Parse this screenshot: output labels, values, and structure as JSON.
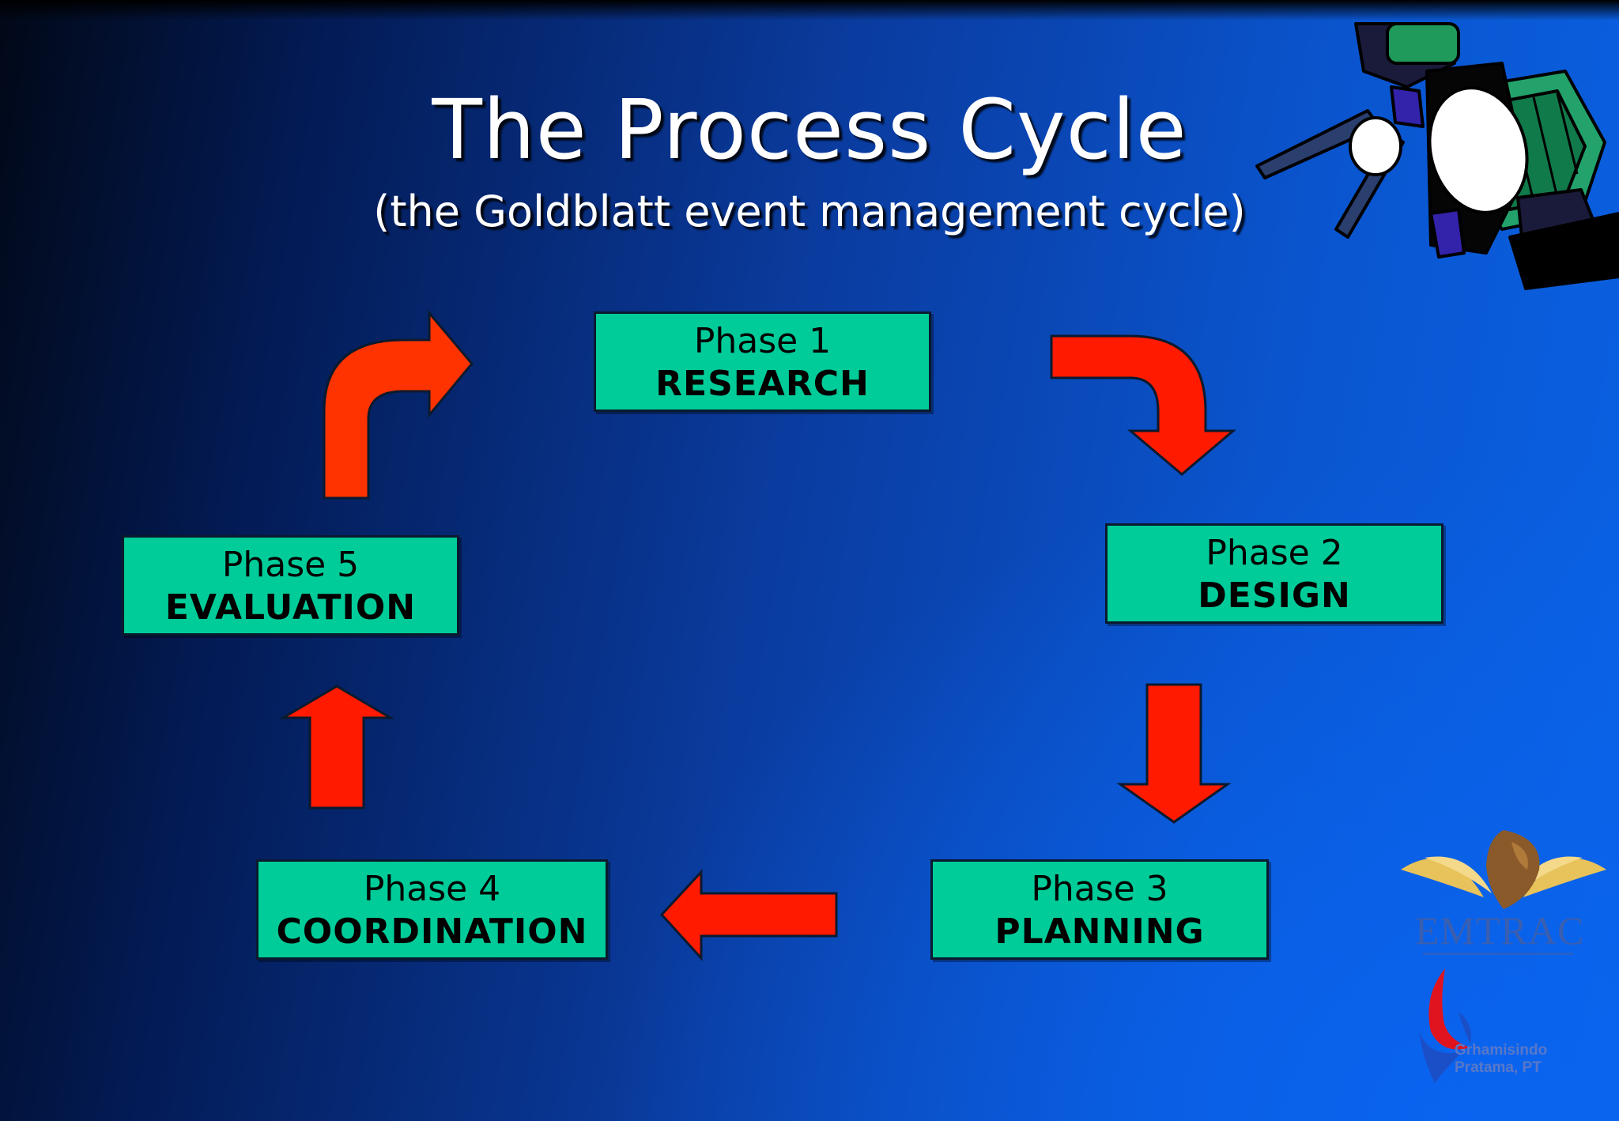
{
  "slide": {
    "title": "The Process Cycle",
    "subtitle": "(the Goldblatt event management cycle)"
  },
  "phases": [
    {
      "number_label": "Phase 1",
      "name": "RESEARCH"
    },
    {
      "number_label": "Phase 2",
      "name": "DESIGN"
    },
    {
      "number_label": "Phase 3",
      "name": "PLANNING"
    },
    {
      "number_label": "Phase 4",
      "name": "COORDINATION"
    },
    {
      "number_label": "Phase 5",
      "name": "EVALUATION"
    }
  ],
  "logos": {
    "emtrac": "EMTRAC",
    "grhamisindo_line1": "Grhamisindo",
    "grhamisindo_line2": "Pratama, PT"
  },
  "colors": {
    "box_fill": "#00cc99",
    "arrow_red": "#ff1a00",
    "arrow_orange": "#ff3300",
    "background": "#0a4fc4"
  },
  "icons": [
    "spotlight-icon",
    "emtrac-logo",
    "grhamisindo-logo"
  ]
}
